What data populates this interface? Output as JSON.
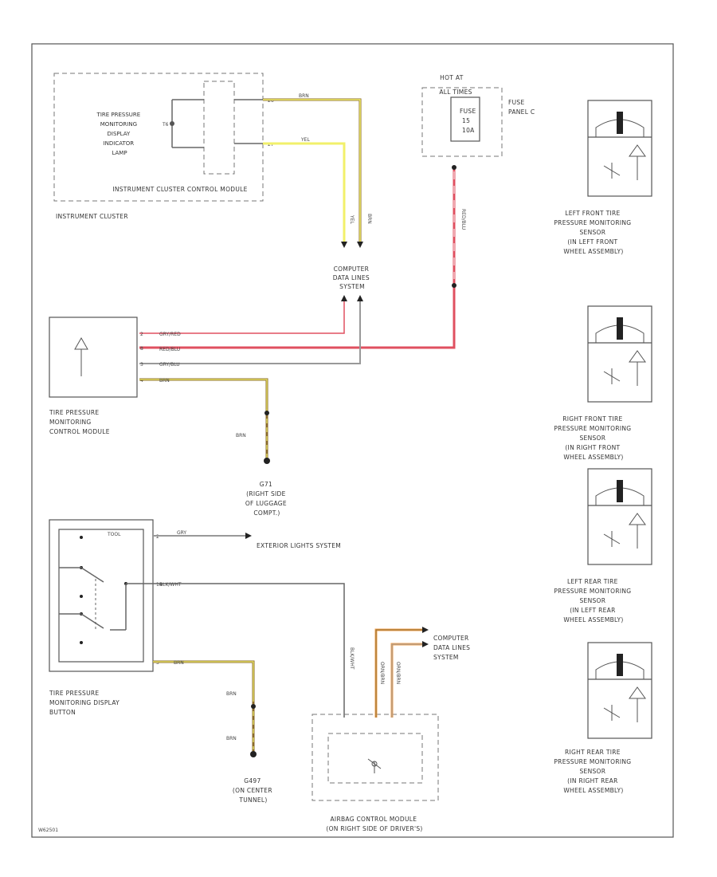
{
  "colors": {
    "yellow": "#f2f06a",
    "brown": "#8a6a2a",
    "red": "#e05060",
    "orange": "#f0a050",
    "gray": "#999999"
  },
  "labels": {
    "instrument_cluster_module": "INSTRUMENT CLUSTER CONTROL MODULE",
    "instrument_cluster": "INSTRUMENT CLUSTER",
    "tpms_lamp": [
      "TIRE PRESSURE",
      "MONITORING",
      "DISPLAY",
      "INDICATOR",
      "LAMP"
    ],
    "hot_at": [
      "HOT AT",
      "ALL TIMES"
    ],
    "fuse": [
      "FUSE",
      "15",
      "10A"
    ],
    "fuse_panel": [
      "FUSE",
      "PANEL C"
    ],
    "data_lines_top": [
      "COMPUTER",
      "DATA LINES",
      "SYSTEM"
    ],
    "tpms_control": [
      "TIRE PRESSURE",
      "MONITORING",
      "CONTROL MODULE"
    ],
    "ground_g71": [
      "G71",
      "(RIGHT SIDE",
      "OF LUGGAGE",
      "COMPT.)"
    ],
    "exterior_lights": "EXTERIOR LIGHTS SYSTEM",
    "tpms_button": [
      "TIRE PRESSURE",
      "MONITORING DISPLAY",
      "BUTTON"
    ],
    "ground_g497": [
      "G497",
      "(ON CENTER",
      "TUNNEL)"
    ],
    "airbag": [
      "AIRBAG CONTROL MODULE",
      "(ON RIGHT SIDE OF DRIVER'S)"
    ],
    "data_lines_bottom": [
      "COMPUTER",
      "DATA LINES",
      "SYSTEM"
    ],
    "sensor_lf": [
      "LEFT FRONT TIRE",
      "PRESSURE MONITORING",
      "SENSOR",
      "(IN LEFT FRONT",
      "WHEEL ASSEMBLY)"
    ],
    "sensor_rf": [
      "RIGHT FRONT TIRE",
      "PRESSURE MONITORING",
      "SENSOR",
      "(IN RIGHT FRONT",
      "WHEEL ASSEMBLY)"
    ],
    "sensor_lr": [
      "LEFT REAR TIRE",
      "PRESSURE MONITORING",
      "SENSOR",
      "(IN LEFT REAR",
      "WHEEL ASSEMBLY)"
    ],
    "sensor_rr": [
      "RIGHT REAR TIRE",
      "PRESSURE MONITORING",
      "SENSOR",
      "(IN RIGHT REAR",
      "WHEEL ASSEMBLY)"
    ],
    "diagram_id": "W62501"
  },
  "wires": {
    "brn": "BRN",
    "yel": "YEL",
    "red_blu": "RED/BLU",
    "gry_red": "GRY/RED",
    "gry_blu": "GRY/BLU",
    "gry": "GRY",
    "blk_wht": "BLK/WHT",
    "orn_brn": "ORN/BRN",
    "tool": "TOOL"
  },
  "pins": {
    "ic_1": "26",
    "ic_2": "27",
    "ic_lamp": "T6",
    "tpm_1": "2",
    "tpm_2": "8",
    "tpm_3": "3",
    "tpm_4": "4",
    "btn_1": "2",
    "btn_2": "14",
    "btn_3": "3"
  }
}
